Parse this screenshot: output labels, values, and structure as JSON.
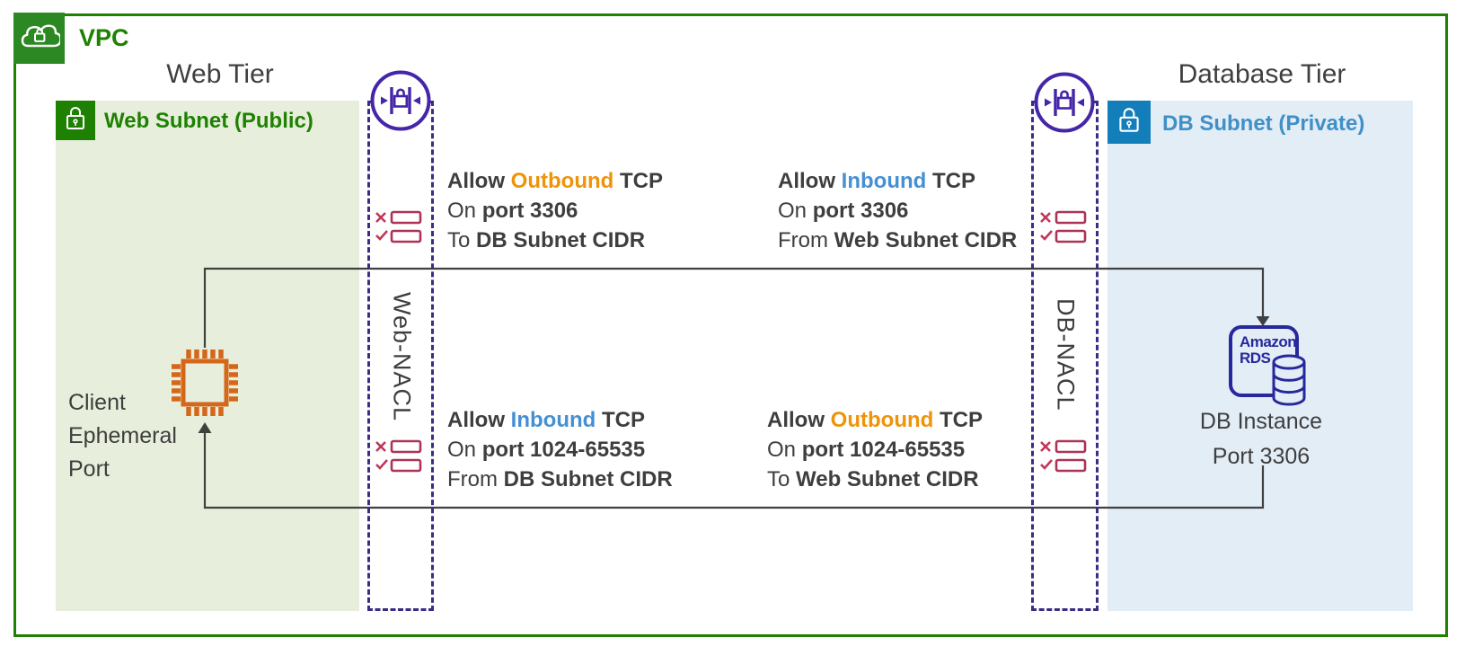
{
  "vpc": {
    "label": "VPC"
  },
  "tiers": {
    "web": "Web Tier",
    "db": "Database Tier"
  },
  "subnets": {
    "web": {
      "label": "Web Subnet (Public)"
    },
    "db": {
      "label": "DB Subnet (Private)"
    }
  },
  "nacls": {
    "web": {
      "label": "Web-NACL"
    },
    "db": {
      "label": "DB-NACL"
    }
  },
  "client": {
    "line1": "Client",
    "line2": "Ephemeral",
    "line3": "Port"
  },
  "rds": {
    "brand_line1": "Amazon",
    "brand_line2": "RDS",
    "caption_line1": "DB Instance",
    "caption_line2": "Port 3306"
  },
  "rule_blocks": [
    {
      "allow": "Allow",
      "direction": "Outbound",
      "direction_type": "outbound",
      "proto": "TCP",
      "port_prefix": "On",
      "port": "port 3306",
      "target_prefix": "To",
      "target": "DB Subnet CIDR"
    },
    {
      "allow": "Allow",
      "direction": "Inbound",
      "direction_type": "inbound",
      "proto": "TCP",
      "port_prefix": "On",
      "port": "port 3306",
      "target_prefix": "From",
      "target": "Web Subnet CIDR"
    },
    {
      "allow": "Allow",
      "direction": "Inbound",
      "direction_type": "inbound",
      "proto": "TCP",
      "port_prefix": "On",
      "port": "port 1024-65535",
      "target_prefix": "From",
      "target": "DB Subnet CIDR"
    },
    {
      "allow": "Allow",
      "direction": "Outbound",
      "direction_type": "outbound",
      "proto": "TCP",
      "port_prefix": "On",
      "port": "port 1024-65535",
      "target_prefix": "To",
      "target": "Web Subnet CIDR"
    }
  ],
  "icons": {
    "vpc_badge": "cloud-lock-icon",
    "subnet_badge": "padlock-icon",
    "nacl_circle": "network-acl-icon",
    "nacl_rules": "acl-rules-check-cross-icon",
    "client_chip": "instance-chip-icon",
    "rds_cylinder": "database-cylinder-icon"
  },
  "colors": {
    "vpc_green": "#1f8102",
    "web_panel_green": "#e7efdc",
    "db_panel_blue": "#e2edf6",
    "db_badge_blue": "#147eba",
    "db_label_blue": "#4090c8",
    "nacl_indigo": "#4526a8",
    "nacl_dash": "#3b2c84",
    "rules_maroon": "#ad3456",
    "outbound_orange": "#ef9309",
    "inbound_blue": "#4590d2",
    "chip_orange": "#d4671a",
    "rds_indigo": "#27289b",
    "text_dark": "#3e3e3e"
  }
}
